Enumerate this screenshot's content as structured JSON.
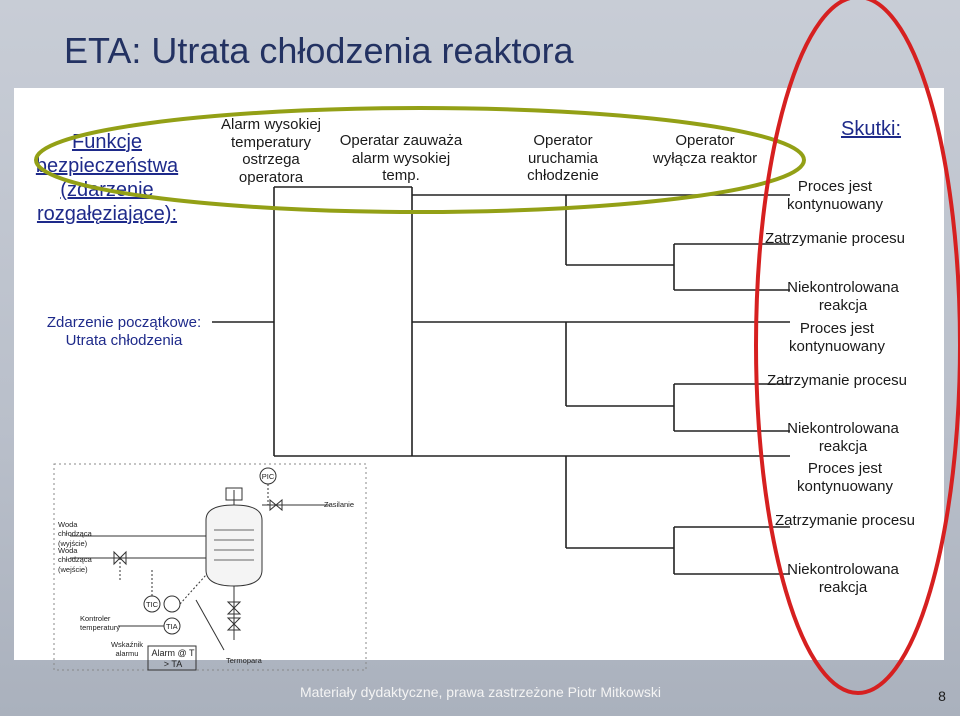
{
  "title": "ETA: Utrata chłodzenia reaktora",
  "headers": {
    "funkcje": "Funkcje bezpieczeństwa (zdarzenie rozgałęziające):",
    "alarm": "Alarm wysokiej temperatury ostrzega operatora",
    "zauwaza": "Operatar zauważa alarm wysokiej temp.",
    "chlodzenie": "Operator uruchamia chłodzenie",
    "wylacza": "Operator wyłącza reaktor",
    "skutki": "Skutki:"
  },
  "initiating_event": "Zdarzenie początkowe: Utrata chłodzenia",
  "outcomes": [
    "Proces jest kontynuowany",
    "Zatrzymanie procesu",
    "Niekontrolowana reakcja",
    "Proces jest kontynuowany",
    "Zatrzymanie procesu",
    "Niekontrolowana reakcja",
    "Proces jest kontynuowany",
    "Zatrzymanie procesu",
    "Niekontrolowana reakcja"
  ],
  "pid": {
    "pic": "PIC",
    "zasilanie": "Zasilanie",
    "woda_wyjscie": "Woda chłodząca (wyjście)",
    "woda_wejscie": "Woda chłodząca (wejście)",
    "tic": "TIC",
    "tia": "TIA",
    "kontroler": "Kontroler temperatury",
    "wskaznik": "Wskaźnik alarmu",
    "alarm": "Alarm @ T > TA",
    "termopara": "Termopara"
  },
  "colors": {
    "title": "#233262",
    "functions_ellipse": "#93a016",
    "consequences_ellipse": "#d62020"
  },
  "footer": "Materiały dydaktyczne, prawa zastrzeżone Piotr Mitkowski",
  "page_number": "8"
}
